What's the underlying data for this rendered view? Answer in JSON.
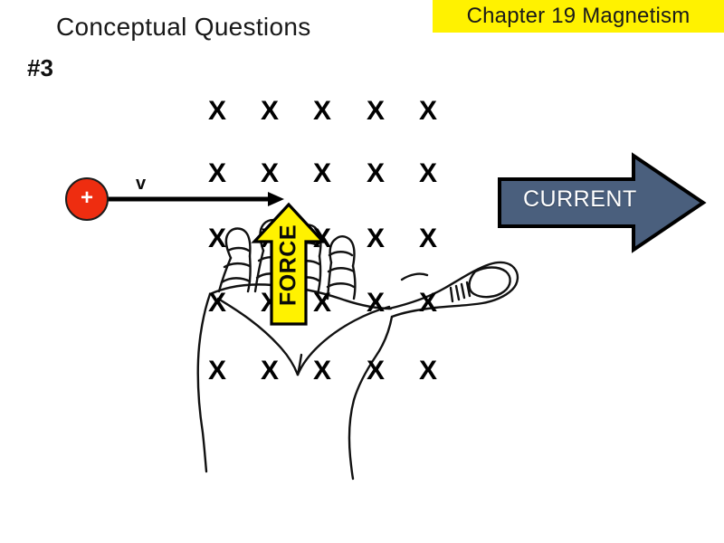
{
  "slide": {
    "title": "Conceptual Questions",
    "question_number": "#3",
    "background_color": "#ffffff"
  },
  "banner": {
    "text": "Chapter 19 Magnetism",
    "background_color": "#fff200",
    "text_color": "#1a1a1a"
  },
  "charge": {
    "sign": "+",
    "fill_color": "#ee2d10",
    "outline_color": "#1c1c1c",
    "sign_color": "#ffffff"
  },
  "velocity": {
    "label": "v",
    "direction": "right",
    "color": "#000000"
  },
  "force_arrow": {
    "label": "FORCE",
    "direction": "up",
    "fill_color": "#fff200",
    "outline_color": "#000000",
    "text_color": "#0a0a0a"
  },
  "current_arrow": {
    "label": "CURRENT",
    "direction": "right",
    "fill_color": "#4a5f7d",
    "outline_color": "#000000",
    "text_color": "#ffffff"
  },
  "field": {
    "symbol": "X",
    "meaning": "magnetic-field-into-page",
    "color": "#000000",
    "columns_x": [
      240,
      298,
      356,
      415,
      473
    ],
    "rows_y": [
      123,
      192,
      264,
      335,
      410
    ]
  },
  "hand": {
    "description": "right-hand-curled-fingers-thumb-right",
    "stroke_color": "#111111"
  }
}
